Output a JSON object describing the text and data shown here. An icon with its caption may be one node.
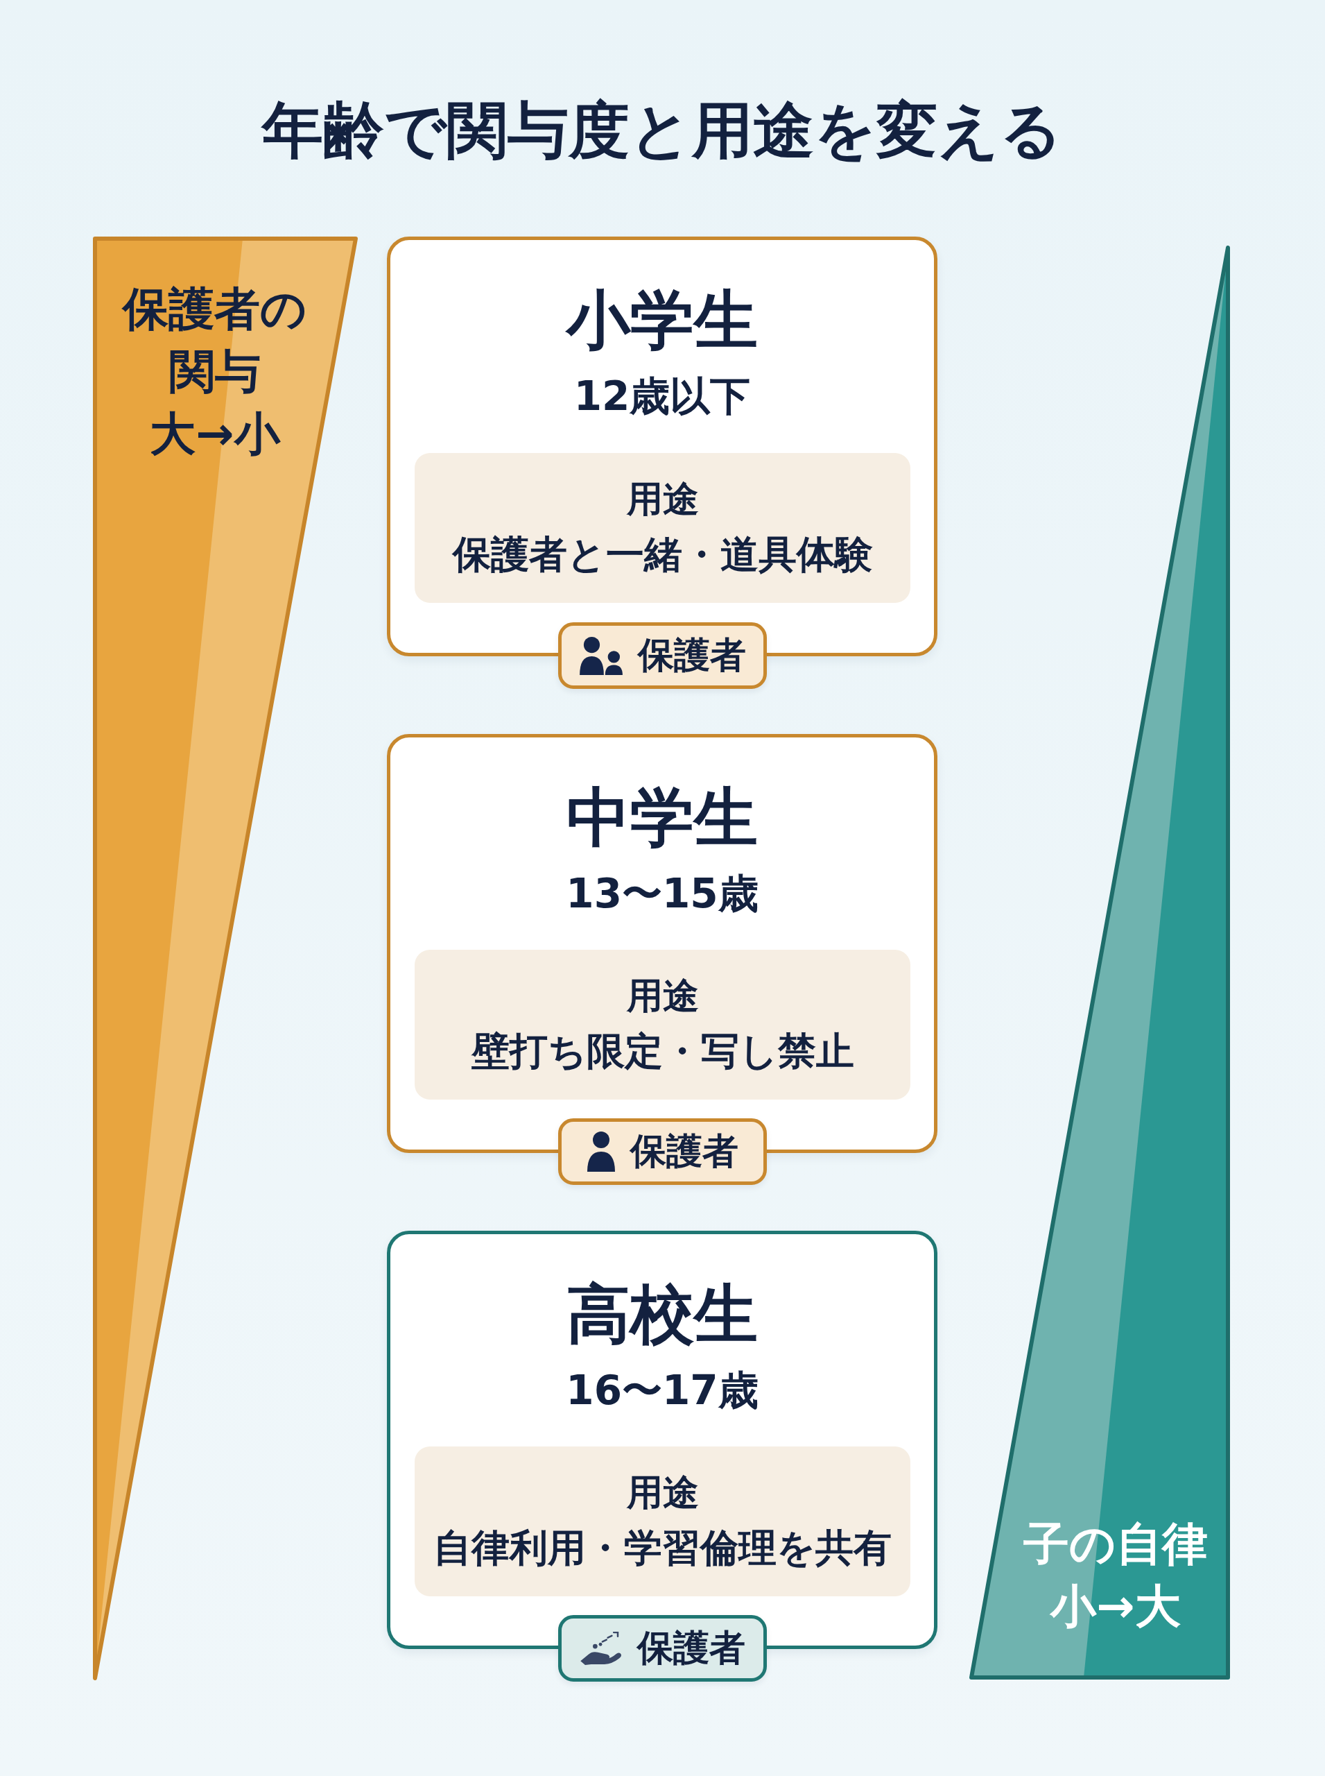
{
  "diagram": {
    "title": "年齢で関与度と用途を変える",
    "nodes": [
      {
        "text": [
          "保護者の関与",
          "大→小"
        ]
      },
      {
        "text": [
          "小学生",
          "12歳以下"
        ]
      },
      {
        "text": [
          "用途",
          "保護者と一緒・道具体験"
        ],
        "in": 1
      },
      {
        "text": [
          "保護者"
        ]
      },
      {
        "text": [
          "中学生",
          "13〜15歳"
        ]
      },
      {
        "text": [
          "用途",
          "壁打ち限定・写し禁止"
        ],
        "in": 4
      },
      {
        "text": [
          "保護者"
        ]
      },
      {
        "text": [
          "高校生",
          "16〜17歳"
        ]
      },
      {
        "text": [
          "用途",
          "自律利用・学習倫理を共有"
        ],
        "in": 7
      },
      {
        "text": [
          "保護者"
        ]
      },
      {
        "text": [
          "子の自律",
          "小→大"
        ]
      }
    ]
  }
}
